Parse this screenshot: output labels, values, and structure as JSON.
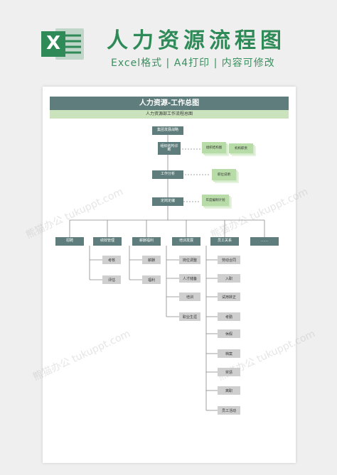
{
  "header": {
    "title": "人力资源流程图",
    "subtitle": "Excel格式 | A4打印 | 内容可修改",
    "logo_letter": "X"
  },
  "doc": {
    "title": "人力资源-工作总图",
    "subtitle": "人力资源部工作流程总图"
  },
  "flow": {
    "top": "集团发展战略",
    "structure": "组织结构诊断",
    "analysis": "工作分析",
    "staffing": "定岗定编",
    "notes": {
      "org_chart": "组织结构图",
      "duties": "机构职责",
      "job_desc": "职位说明",
      "plan": "年度编制计划"
    }
  },
  "branches": [
    {
      "label": "招聘",
      "leaves": []
    },
    {
      "label": "绩效管理",
      "leaves": [
        "考核",
        "评估"
      ]
    },
    {
      "label": "薪酬福利",
      "leaves": [
        "薪酬",
        "福利"
      ]
    },
    {
      "label": "培训发展",
      "leaves": [
        "岗位调整",
        "人才储备",
        "培训",
        "职业生涯"
      ]
    },
    {
      "label": "员工关系",
      "leaves": [
        "劳动合同",
        "入职",
        "试用转正",
        "考勤",
        "休假",
        "档案",
        "奖惩",
        "离职",
        "员工活动"
      ]
    },
    {
      "label": "……",
      "leaves": []
    }
  ],
  "watermark": "熊猫办公 tukuppt.com",
  "colors": {
    "node": "#5f7d7c",
    "leaf": "#cfcfcf",
    "note": "#b8dca8",
    "header_green": "#2e8b57"
  }
}
